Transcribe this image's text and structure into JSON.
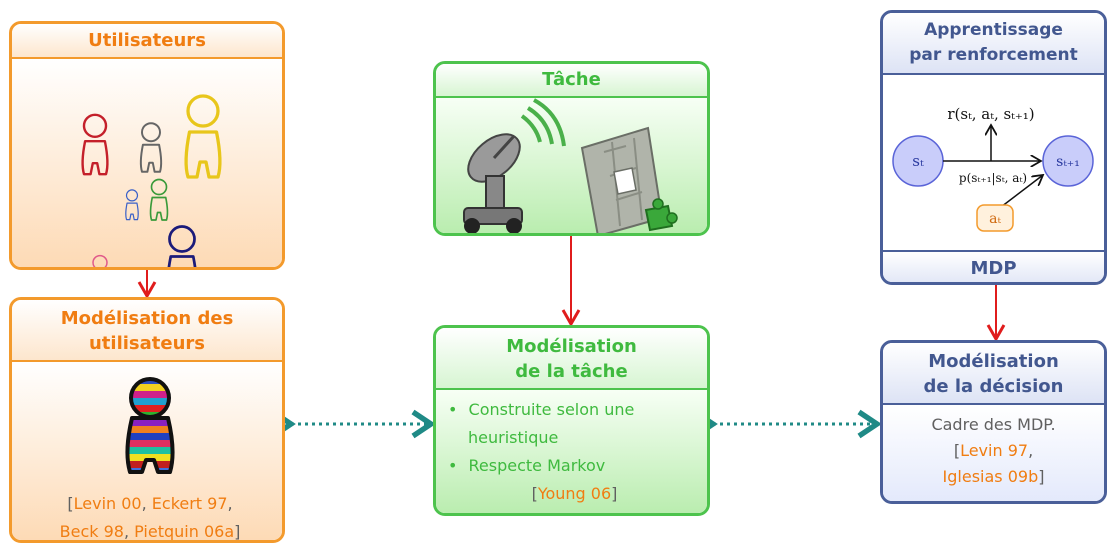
{
  "utilisateurs": {
    "title": "Utilisateurs"
  },
  "modelisation_utilisateurs": {
    "title_line1": "Modélisation des",
    "title_line2": "utilisateurs",
    "ref_open": "[",
    "ref_1": "Levin 00",
    "sep_1": ", ",
    "ref_2": "Eckert 97",
    "sep_2": ",",
    "ref_3": "Beck 98",
    "sep_3": ", ",
    "ref_4": "Pietquin 06a",
    "ref_close": "]"
  },
  "tache": {
    "title": "Tâche"
  },
  "modelisation_tache": {
    "title_line1": "Modélisation",
    "title_line2": "de la tâche",
    "bullet_1_line1": "Construite selon une",
    "bullet_1_line2": "heuristique",
    "bullet_2": "Respecte Markov",
    "ref_open": "[",
    "ref": "Young 06",
    "ref_close": "]"
  },
  "apprentissage": {
    "title_line1": "Apprentissage",
    "title_line2": "par renforcement",
    "footer": "MDP",
    "reward_label": "r(sₜ, aₜ, sₜ₊₁)",
    "state_label": "sₜ",
    "next_state_label": "sₜ₊₁",
    "transition_label": "p(sₜ₊₁|sₜ, aₜ)",
    "action_label": "aₜ"
  },
  "modelisation_decision": {
    "title_line1": "Modélisation",
    "title_line2": "de la décision",
    "line_1": "Cadre des MDP.",
    "ref_open": "[",
    "ref_1": "Levin 97",
    "sep": ",",
    "ref_2": "Iglesias 09b",
    "ref_close": "]"
  },
  "colors": {
    "orange": "#f39a2c",
    "green": "#4dc34d",
    "blue": "#4a5f99",
    "arrow_red": "#e01c1c",
    "dotted_teal": "#1f8a86"
  },
  "icons": [
    "user-figures",
    "striped-user-figure",
    "satellite-dish-icon",
    "puzzle-icon"
  ]
}
